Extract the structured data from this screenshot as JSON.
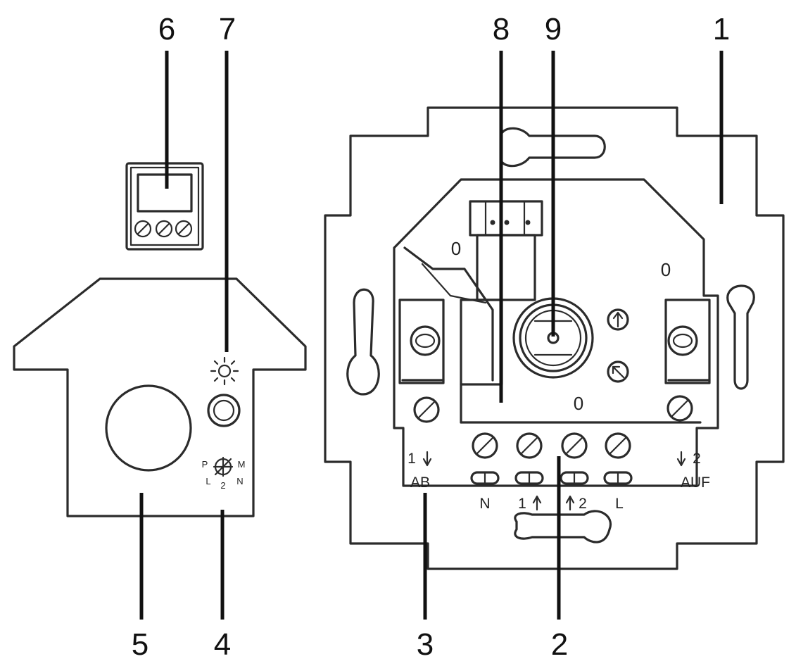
{
  "callouts": {
    "c1": "1",
    "c2": "2",
    "c3": "3",
    "c4": "4",
    "c5": "5",
    "c6": "6",
    "c7": "7",
    "c8": "8",
    "c9": "9"
  },
  "terminals": {
    "ab_number": "1",
    "ab_label": "AB",
    "auf_number": "2",
    "auf_label": "AUF",
    "n_label": "N",
    "out1_label": "1",
    "out2_label": "2",
    "l_label": "L"
  },
  "zero_marks": {
    "left": "0",
    "right": "0",
    "bottom": "0"
  },
  "selector_marks": {
    "p": "P",
    "m": "M",
    "l": "L",
    "two": "2",
    "n": "N"
  },
  "icons": [
    "sun-icon",
    "up-arrow-icon",
    "diagonal-arrow-icon",
    "down-arrow-icon"
  ]
}
